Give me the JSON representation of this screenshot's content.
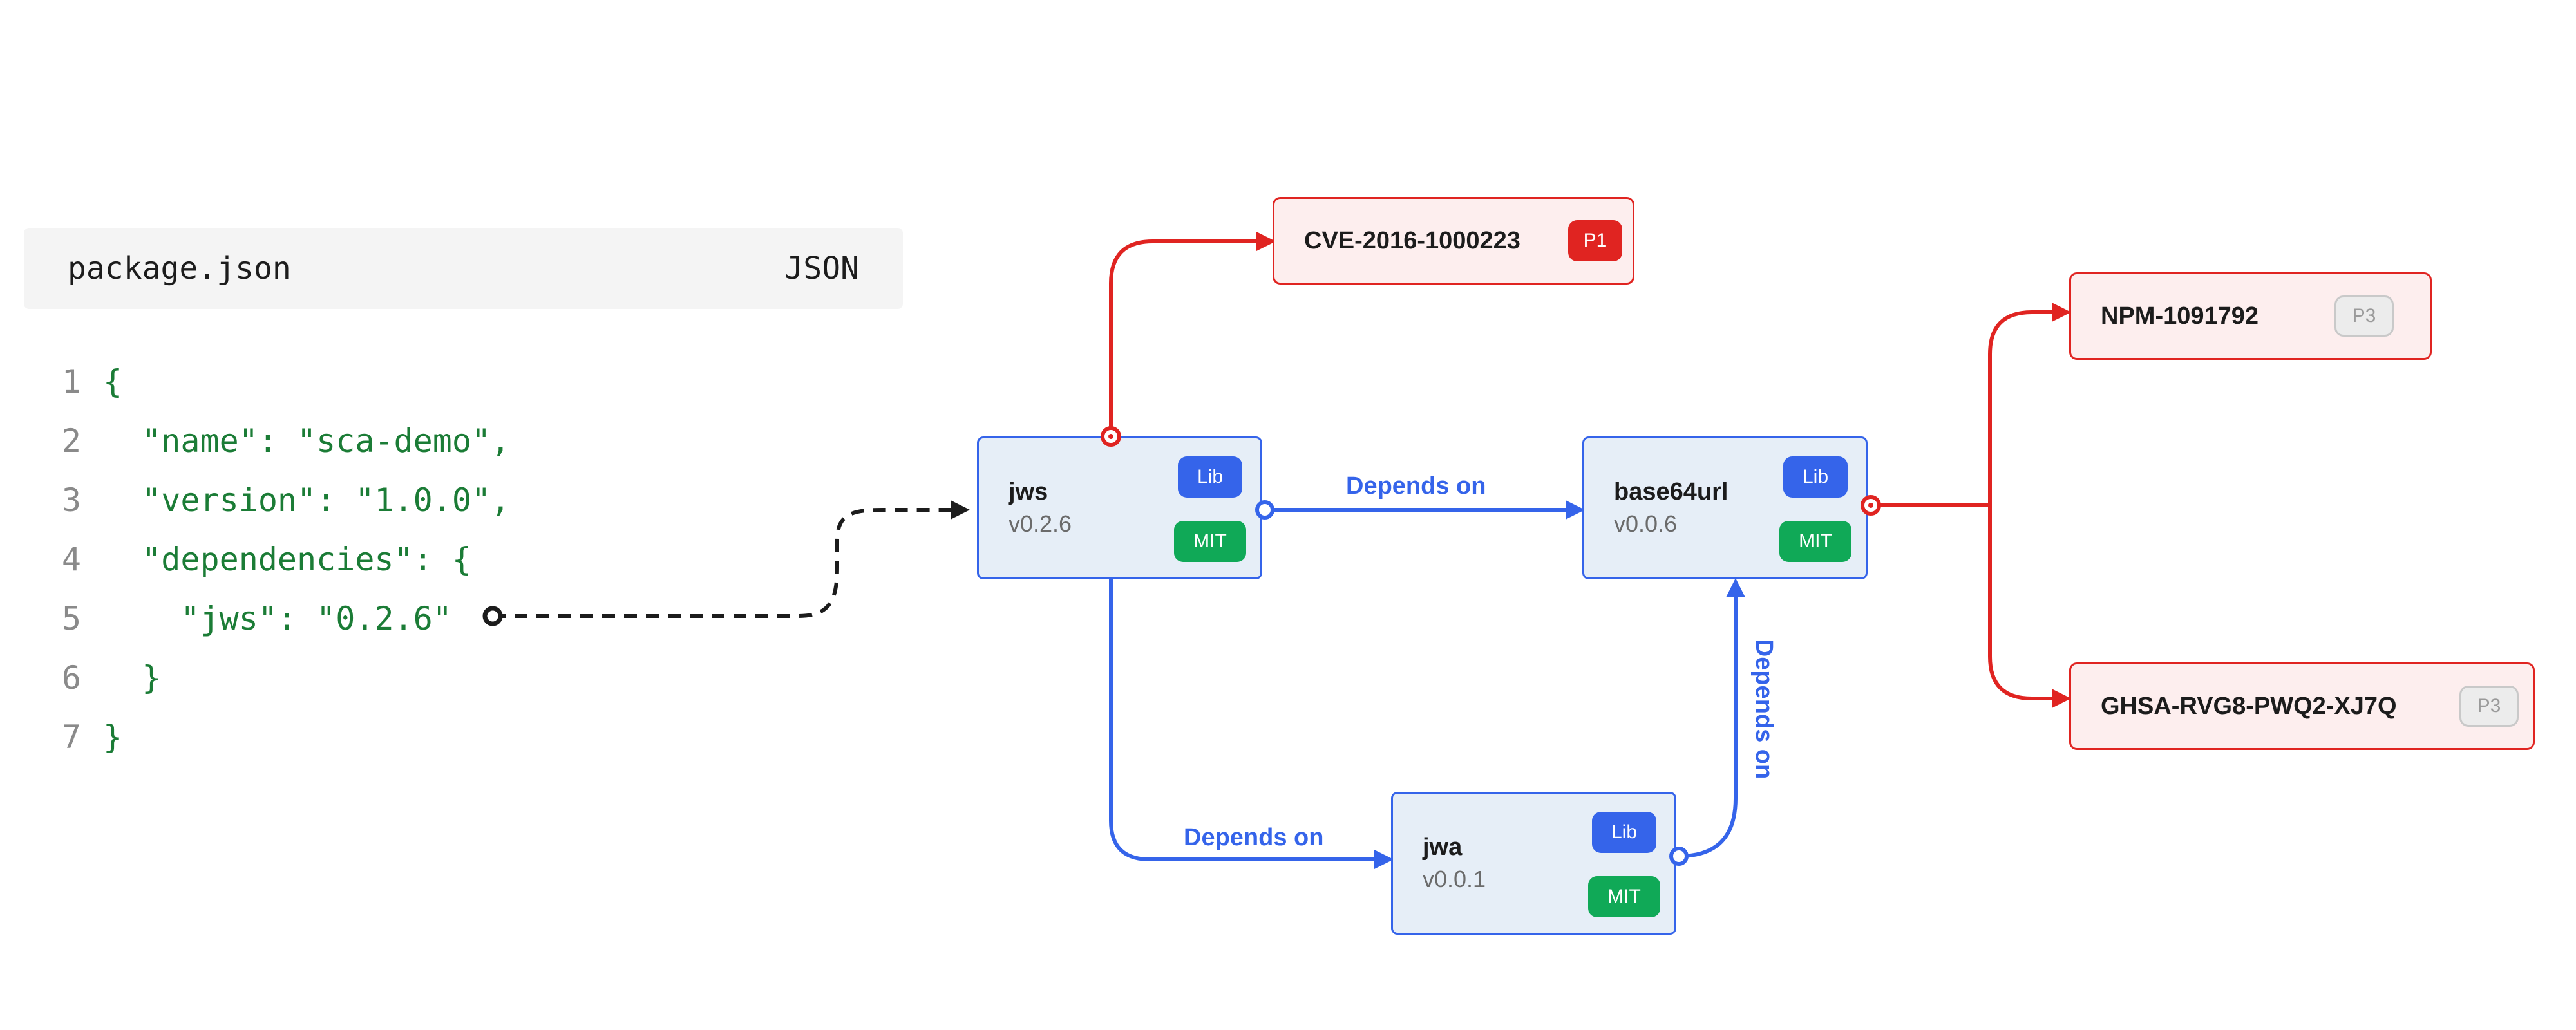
{
  "code_panel": {
    "filename": "package.json",
    "language": "JSON",
    "lines": [
      {
        "number": "1",
        "text": "{"
      },
      {
        "number": "2",
        "text": "  \"name\": \"sca-demo\","
      },
      {
        "number": "3",
        "text": "  \"version\": \"1.0.0\","
      },
      {
        "number": "4",
        "text": "  \"dependencies\": {"
      },
      {
        "number": "5",
        "text": "    \"jws\": \"0.2.6\""
      },
      {
        "number": "6",
        "text": "  }"
      },
      {
        "number": "7",
        "text": "}"
      }
    ]
  },
  "nodes": {
    "jws": {
      "name": "jws",
      "version": "v0.2.6",
      "type": "Lib",
      "license": "MIT"
    },
    "base64url": {
      "name": "base64url",
      "version": "v0.0.6",
      "type": "Lib",
      "license": "MIT"
    },
    "jwa": {
      "name": "jwa",
      "version": "v0.0.1",
      "type": "Lib",
      "license": "MIT"
    }
  },
  "vulnerabilities": {
    "cve": {
      "id": "CVE-2016-1000223",
      "priority": "P1"
    },
    "npm": {
      "id": "NPM-1091792",
      "priority": "P3"
    },
    "ghsa": {
      "id": "GHSA-RVG8-PWQ2-XJ7Q",
      "priority": "P3"
    }
  },
  "edges": {
    "jws_base64url": "Depends on",
    "jws_jwa": "Depends on",
    "jwa_base64url": "Depends on"
  },
  "colors": {
    "dependency": "#3564ea",
    "vulnerability": "#e02421",
    "code_text": "#1b7c36",
    "license_badge": "#10a957"
  }
}
